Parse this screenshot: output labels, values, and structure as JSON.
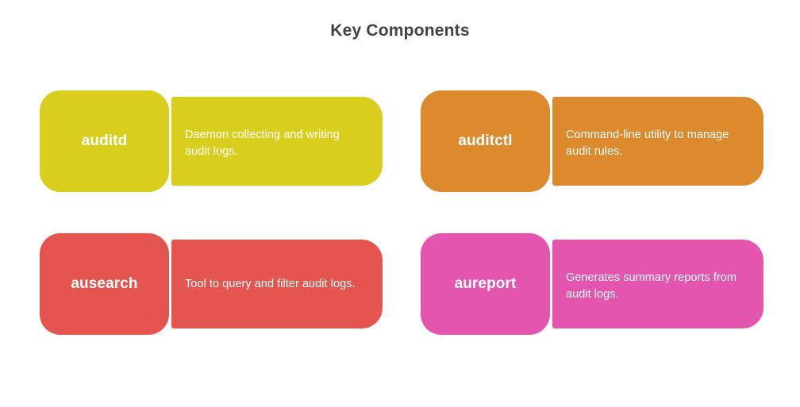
{
  "header": {
    "title": "Key Components"
  },
  "theme": {
    "background": "#ffffff",
    "title_color": "#434343",
    "text_color": "#ffffff"
  },
  "cards": [
    {
      "label": "auditd",
      "description": "Daemon collecting and writing audit logs.",
      "color": "#D9CE1E",
      "lines": 2
    },
    {
      "label": "auditctl",
      "description": "Command-line utility to manage audit rules.",
      "color": "#DD8A2E",
      "lines": 2
    },
    {
      "label": "ausearch",
      "description": "Tool to query and filter audit logs.",
      "color": "#E55550",
      "lines": 1
    },
    {
      "label": "aureport",
      "description": "Generates summary reports from audit logs.",
      "color": "#E355AE",
      "lines": 2
    }
  ]
}
